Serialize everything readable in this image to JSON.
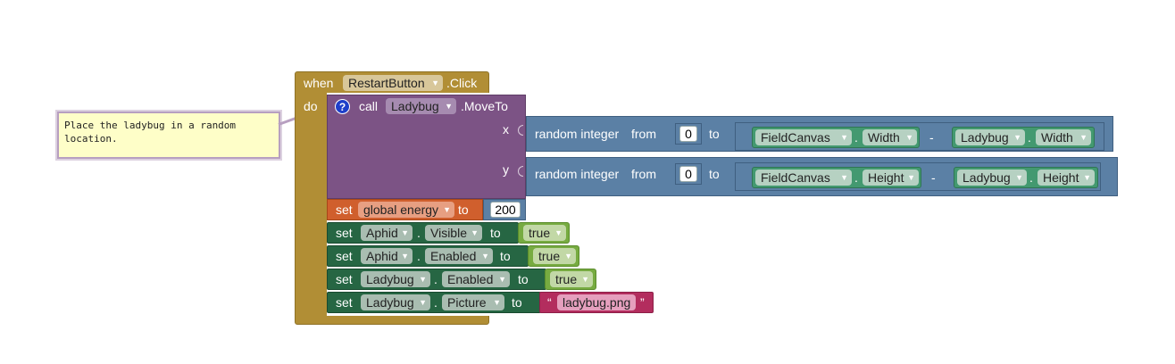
{
  "event": {
    "when_label": "when",
    "component": "RestartButton",
    "event_name": ".Click",
    "do_label": "do"
  },
  "comment": {
    "text": "Place the ladybug in a random\nlocation.",
    "help_label": "?"
  },
  "call": {
    "call_label": "call",
    "component": "Ladybug",
    "method": ".MoveTo",
    "x_label": "x",
    "y_label": "y",
    "x_arg": {
      "random_label": "random integer",
      "from_label": "from",
      "from_value": "0",
      "to_label": "to",
      "left_component": "FieldCanvas",
      "left_prop": "Width",
      "minus": "-",
      "right_component": "Ladybug",
      "right_prop": "Width",
      "dot": "."
    },
    "y_arg": {
      "random_label": "random integer",
      "from_label": "from",
      "from_value": "0",
      "to_label": "to",
      "left_component": "FieldCanvas",
      "left_prop": "Height",
      "minus": "-",
      "right_component": "Ladybug",
      "right_prop": "Height",
      "dot": "."
    }
  },
  "set_global": {
    "set_label": "set",
    "variable": "global energy",
    "to_label": "to",
    "value": "200"
  },
  "setters": [
    {
      "set_label": "set",
      "component": "Aphid",
      "dot": ".",
      "property": "Visible",
      "to_label": "to",
      "value": "true"
    },
    {
      "set_label": "set",
      "component": "Aphid",
      "dot": ".",
      "property": "Enabled",
      "to_label": "to",
      "value": "true"
    },
    {
      "set_label": "set",
      "component": "Ladybug",
      "dot": ".",
      "property": "Enabled",
      "to_label": "to",
      "value": "true"
    },
    {
      "set_label": "set",
      "component": "Ladybug",
      "dot": ".",
      "property": "Picture",
      "to_label": "to",
      "open_quote": "“",
      "value": "ladybug.png",
      "close_quote": "”"
    }
  ],
  "colors": {
    "event": "#b18e35",
    "procedure": "#7c5385",
    "math": "#5b80a5",
    "variable": "#d05f2d",
    "component_setter": "#266643",
    "component_getter": "#439970",
    "logic": "#77ab41",
    "text": "#b32d5e",
    "comment_bg": "#fefec8"
  },
  "icons": {
    "dropdown": "caret-down-icon",
    "help": "question-mark-icon"
  }
}
